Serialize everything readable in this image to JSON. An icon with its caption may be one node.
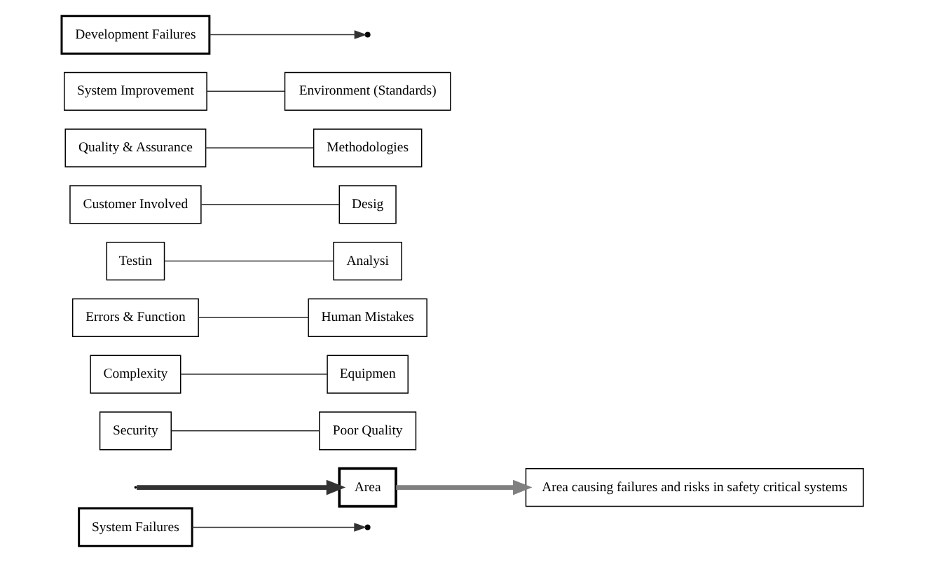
{
  "diagram": {
    "nodes": [
      {
        "text": [
          "System Failures"
        ]
      },
      {
        "text": [
          "Area causing failures and risks in safety critical systems"
        ]
      },
      {
        "text": [
          "Security"
        ]
      },
      {
        "text": [
          "Poor Quality"
        ]
      },
      {
        "text": [
          "Complexity"
        ]
      },
      {
        "text": [
          "Equipmen"
        ]
      },
      {
        "text": [
          "Errors & Function"
        ]
      },
      {
        "text": [
          "Human Mistakes"
        ]
      },
      {
        "text": [
          "Area"
        ]
      },
      {
        "text": [
          "Testin"
        ]
      },
      {
        "text": [
          "Analysi"
        ]
      },
      {
        "text": [
          "Customer Involved"
        ]
      },
      {
        "text": [
          "Desig"
        ]
      },
      {
        "text": [
          "Quality & Assurance"
        ]
      },
      {
        "text": [
          "Methodologies"
        ]
      },
      {
        "text": [
          "System Improvement"
        ]
      },
      {
        "text": [
          "Environment (Standards)"
        ]
      },
      {
        "text": [
          "Development Failures"
        ]
      }
    ],
    "edges": [
      {
        "from": 2,
        "to": 3,
        "arrow": "none"
      },
      {
        "from": 4,
        "to": 5,
        "arrow": "none"
      },
      {
        "from": 6,
        "to": 7,
        "arrow": "none"
      },
      {
        "from": 9,
        "to": 10,
        "arrow": "none"
      },
      {
        "from": 11,
        "to": 12,
        "arrow": "none"
      },
      {
        "from": 13,
        "to": 14,
        "arrow": "none"
      },
      {
        "from": 15,
        "to": 16,
        "arrow": "none"
      },
      {
        "from": 0,
        "to": null,
        "arrow": "to"
      },
      {
        "from": 17,
        "to": null,
        "arrow": "to"
      },
      {
        "from": null,
        "to": 8,
        "arrow": "to",
        "style": "thick"
      },
      {
        "from": 8,
        "to": 1,
        "arrow": "to",
        "style": "thick",
        "color": "#808080"
      }
    ]
  }
}
